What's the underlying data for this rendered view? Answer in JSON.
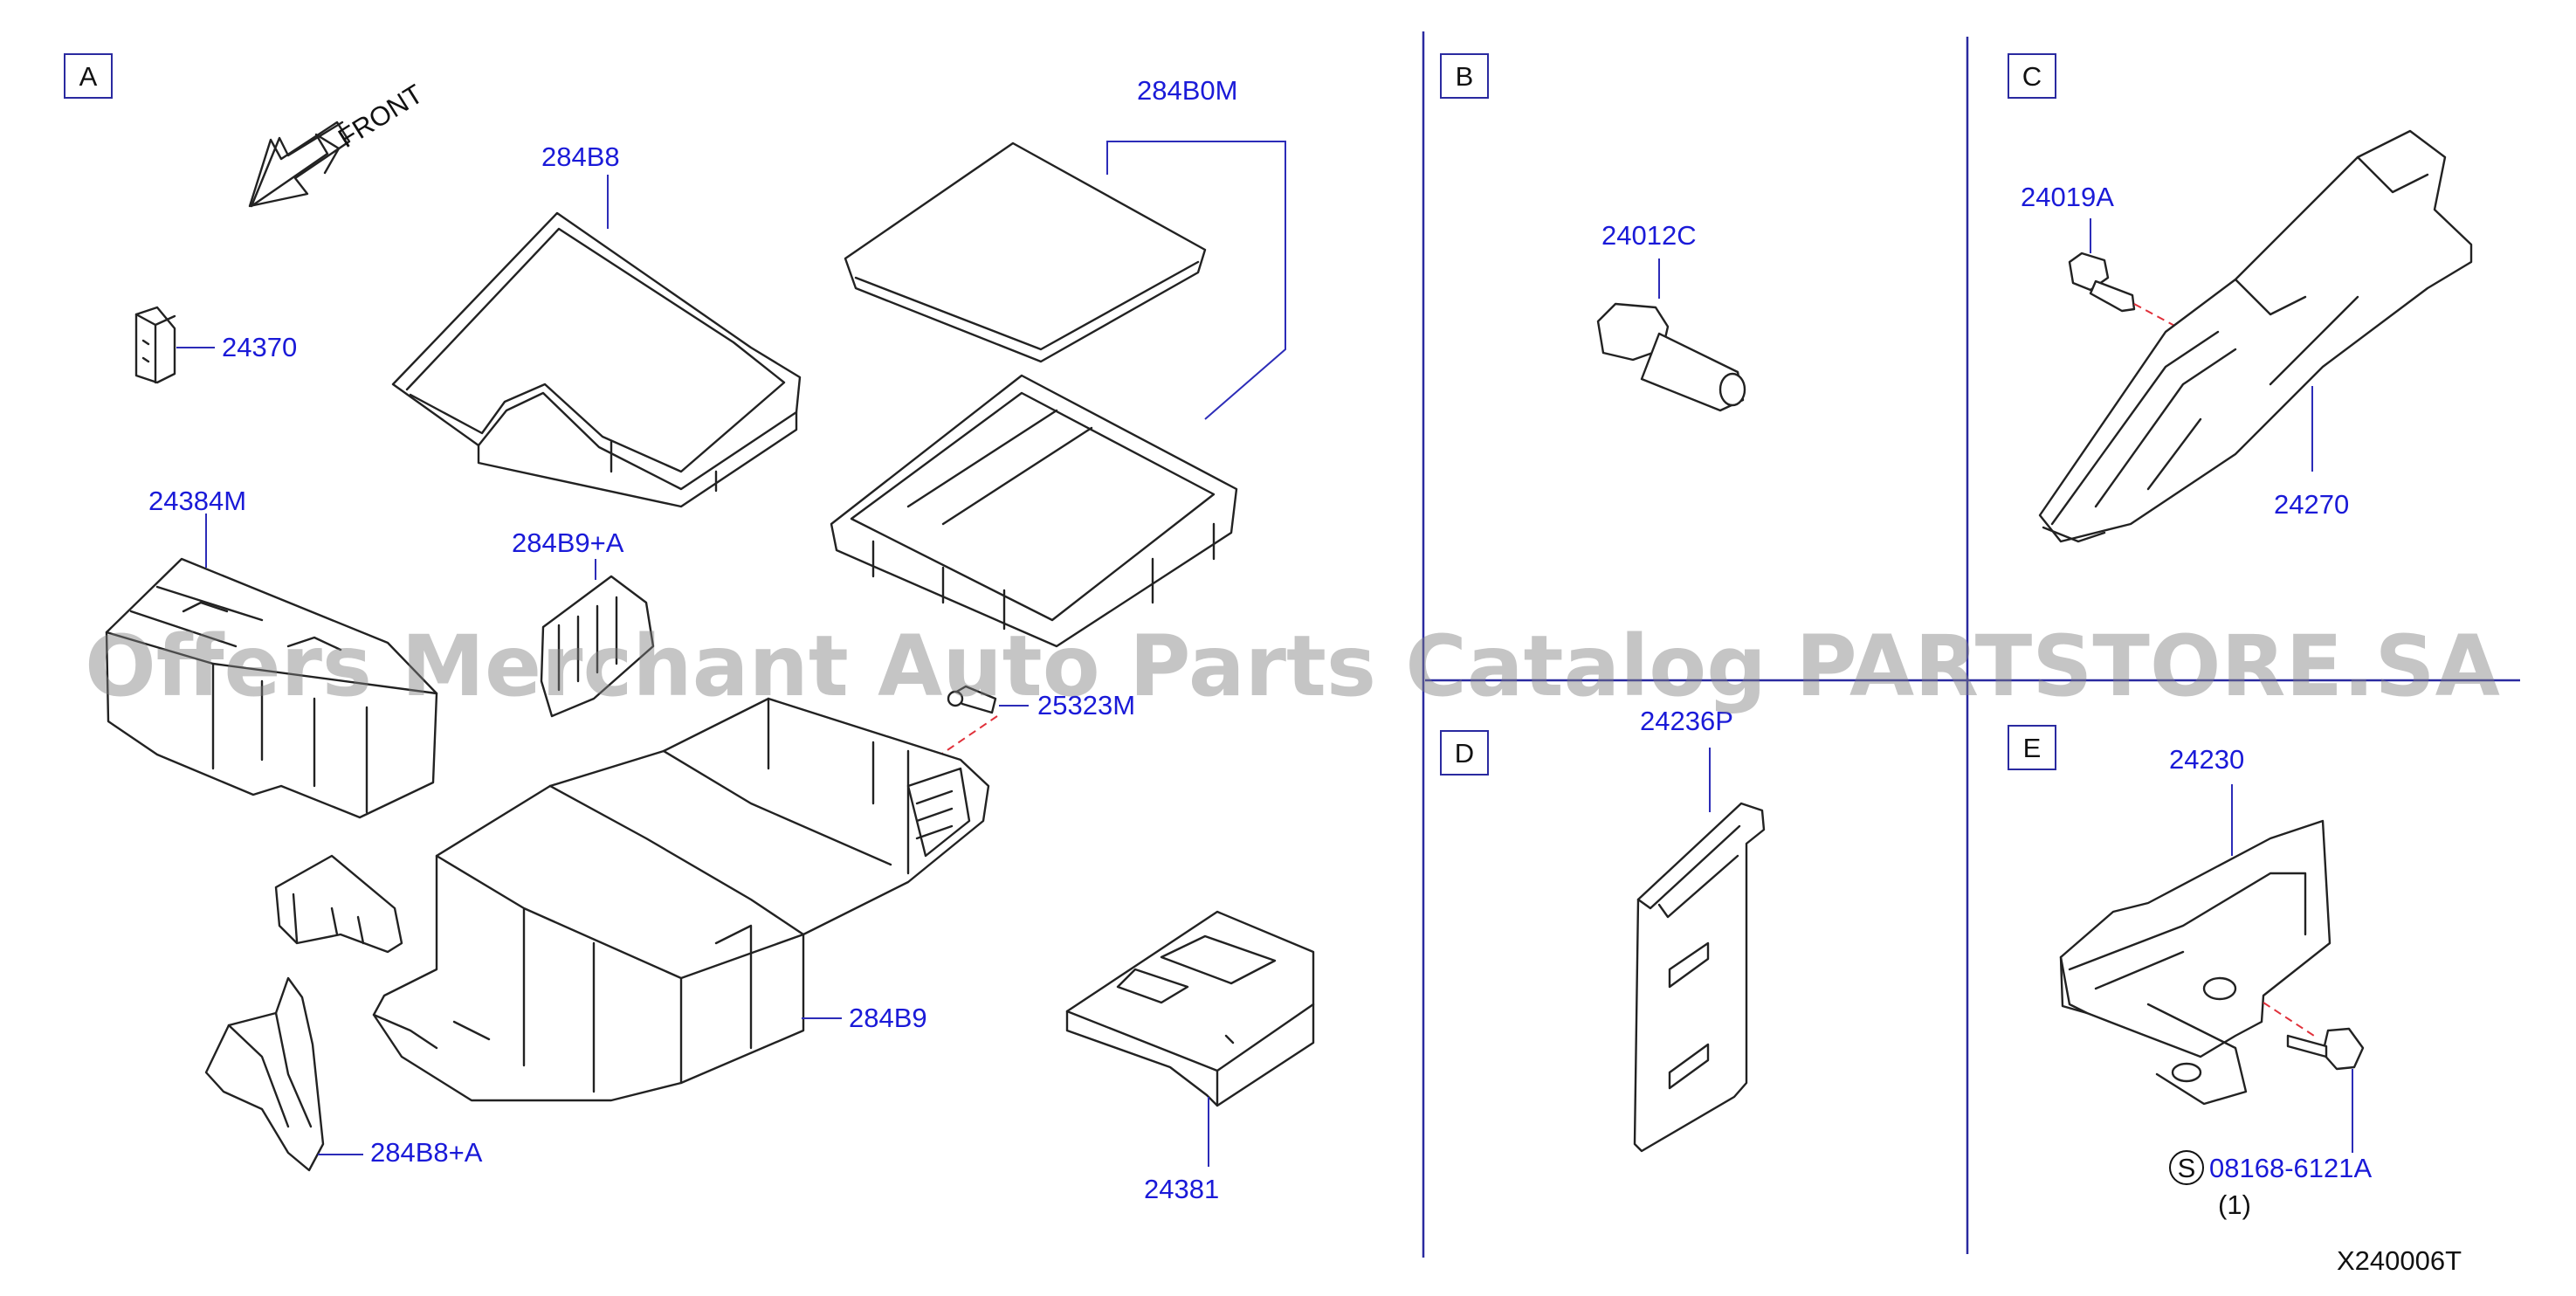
{
  "sections": {
    "a": "A",
    "b": "B",
    "c": "C",
    "d": "D",
    "e": "E"
  },
  "direction_label": "FRONT",
  "parts": {
    "p284B8": "284B8",
    "p284B0M": "284B0M",
    "p24370": "24370",
    "p24384M": "24384M",
    "p284B9A": "284B9+A",
    "p25323M": "25323M",
    "p284B9": "284B9",
    "p284B8A": "284B8+A",
    "p24381": "24381",
    "p24012C": "24012C",
    "p24019A": "24019A",
    "p24270": "24270",
    "p24236P": "24236P",
    "p24230": "24230",
    "p08168": "08168-6121A"
  },
  "standard_part_mark": "S",
  "quantity_note": "(1)",
  "diagram_code": "X240006T",
  "watermark": "Offers Merchant Auto Parts Catalog PARTSTORE.SA",
  "colors": {
    "part_label": "#1a1ad8",
    "divider": "#2a2aa0",
    "dashed_fastener_line": "#e0303a"
  }
}
